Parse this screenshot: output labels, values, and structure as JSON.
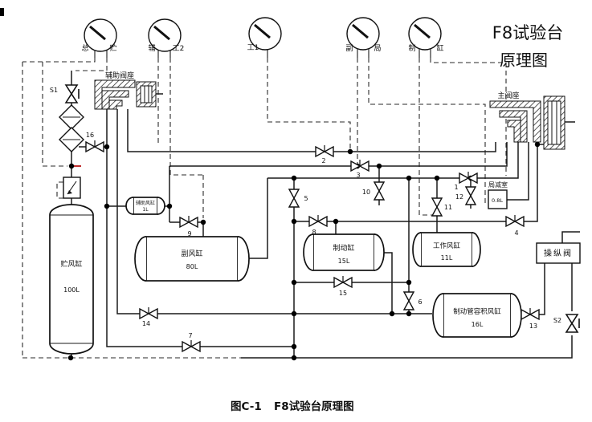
{
  "title": {
    "line1": "F8试验台",
    "line2": "原理图"
  },
  "caption": {
    "fig_no": "图C-1",
    "text": "F8试验台原理图"
  },
  "gauges": {
    "g1_left": "总",
    "g1_right": "贮",
    "g2_left": "辅",
    "g2_right": "工2",
    "g3": "工1",
    "g4_left": "副",
    "g4_right": "局",
    "g5_left": "制",
    "g5_right": "缸"
  },
  "seats": {
    "aux": "辅助阀座",
    "main": "主阀座"
  },
  "chambers": {
    "local_reduction": {
      "label": "局减室",
      "volume": "0.8L"
    },
    "control_valve": "操纵阀"
  },
  "tanks": {
    "storage": {
      "name": "贮风缸",
      "volume": "100L"
    },
    "aux_small": {
      "name": "辅助风缸",
      "volume": "1L"
    },
    "auxiliary": {
      "name": "副风缸",
      "volume": "80L"
    },
    "brake_cyl": {
      "name": "制动缸",
      "volume": "15L"
    },
    "working": {
      "name": "工作风缸",
      "volume": "11L"
    },
    "brake_pipe_vol": {
      "name": "制动管容积风缸",
      "volume": "16L"
    }
  },
  "valves": {
    "v1": "1",
    "v2": "2",
    "v3": "3",
    "v4": "4",
    "v5": "5",
    "v6": "6",
    "v7": "7",
    "v8": "8",
    "v9": "9",
    "v10": "10",
    "v11": "11",
    "v12": "12",
    "v13": "13",
    "v14": "14",
    "v15": "15",
    "v16": "16",
    "s1": "S1",
    "s2": "S2"
  },
  "colors": {
    "ink": "#1a1a1a",
    "title_dark": "#4a4a4a",
    "title_light": "#8f8f8f",
    "artifact_red": "#c03030"
  }
}
